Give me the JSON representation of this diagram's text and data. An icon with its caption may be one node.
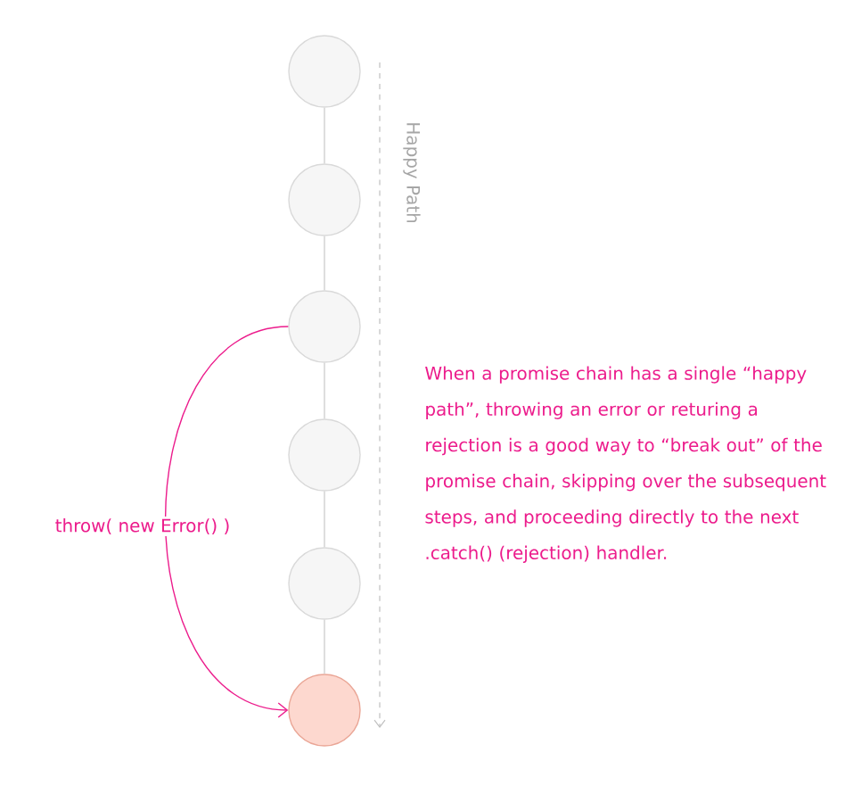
{
  "diagram": {
    "nodes": [
      {
        "text": [],
        "shape": "circle"
      },
      {
        "text": [],
        "shape": "circle"
      },
      {
        "text": [],
        "shape": "circle"
      },
      {
        "text": [],
        "shape": "circle"
      },
      {
        "text": [],
        "shape": "circle"
      },
      {
        "text": [],
        "shape": "circle"
      }
    ],
    "edges": [
      {
        "from": 0,
        "to": 1,
        "arrow": "none"
      },
      {
        "from": 1,
        "to": 2,
        "arrow": "none"
      },
      {
        "from": 2,
        "to": 3,
        "arrow": "none"
      },
      {
        "from": 3,
        "to": 4,
        "arrow": "none"
      },
      {
        "from": 4,
        "to": 5,
        "arrow": "none"
      },
      {
        "from": 2,
        "to": 5,
        "arrow": "to",
        "label": "throw( new Error() )",
        "color": "#ec1c8c"
      }
    ],
    "labels": [
      "Happy Path",
      "When a promise chain has a single “happy path”, throwing an error or returing a rejection is a good way to “break out” of the promise chain, skipping over the subsequent steps, and proceeding directly to the next .catch() (rejection) handler."
    ]
  }
}
